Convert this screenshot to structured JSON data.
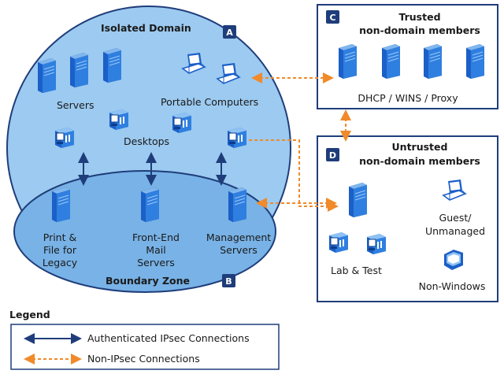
{
  "isolated_domain": {
    "title": "Isolated Domain",
    "badge": "A"
  },
  "boundary_zone": {
    "title": "Boundary Zone",
    "badge": "B"
  },
  "trusted": {
    "title_line1": "Trusted",
    "title_line2": "non-domain members",
    "badge": "C",
    "caption": "DHCP / WINS / Proxy"
  },
  "untrusted": {
    "title_line1": "Untrusted",
    "title_line2": "non-domain members",
    "badge": "D"
  },
  "labels": {
    "servers": "Servers",
    "portable_computers": "Portable Computers",
    "desktops": "Desktops",
    "print_line1": "Print &",
    "print_line2": "File for",
    "print_line3": "Legacy",
    "mail_line1": "Front-End",
    "mail_line2": "Mail",
    "mail_line3": "Servers",
    "mgmt_line1": "Management",
    "mgmt_line2": "Servers",
    "lab_test": "Lab & Test",
    "guest_line1": "Guest/",
    "guest_line2": "Unmanaged",
    "non_windows": "Non-Windows"
  },
  "legend": {
    "title": "Legend",
    "authenticated": "Authenticated IPsec Connections",
    "non_ipsec": "Non-IPsec Connections"
  },
  "colors": {
    "domain_fill": "#9ccaf0",
    "boundary_fill": "#78b2e6",
    "outline": "#1f3d7a",
    "badge": "#1f3d7a",
    "ipsec_arrow": "#1f3d7a",
    "non_ipsec_arrow": "#f08a2a",
    "server_blue": "#1e62c8"
  }
}
